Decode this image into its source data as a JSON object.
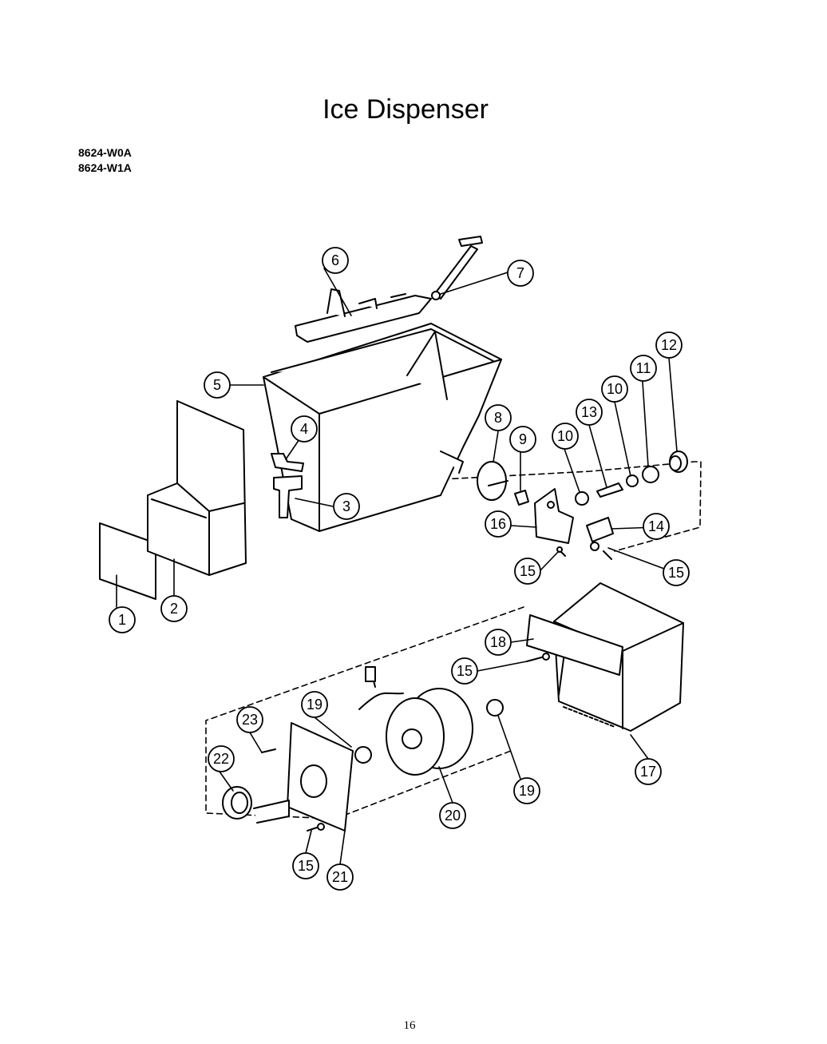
{
  "title": "Ice Dispenser",
  "models": [
    "8624-W0A",
    "8624-W1A"
  ],
  "page_number": "16",
  "callouts": [
    "1",
    "2",
    "3",
    "4",
    "5",
    "6",
    "7",
    "8",
    "9",
    "10",
    "10",
    "11",
    "12",
    "13",
    "14",
    "15",
    "15",
    "15",
    "15",
    "16",
    "17",
    "18",
    "19",
    "19",
    "20",
    "21",
    "22",
    "23"
  ]
}
